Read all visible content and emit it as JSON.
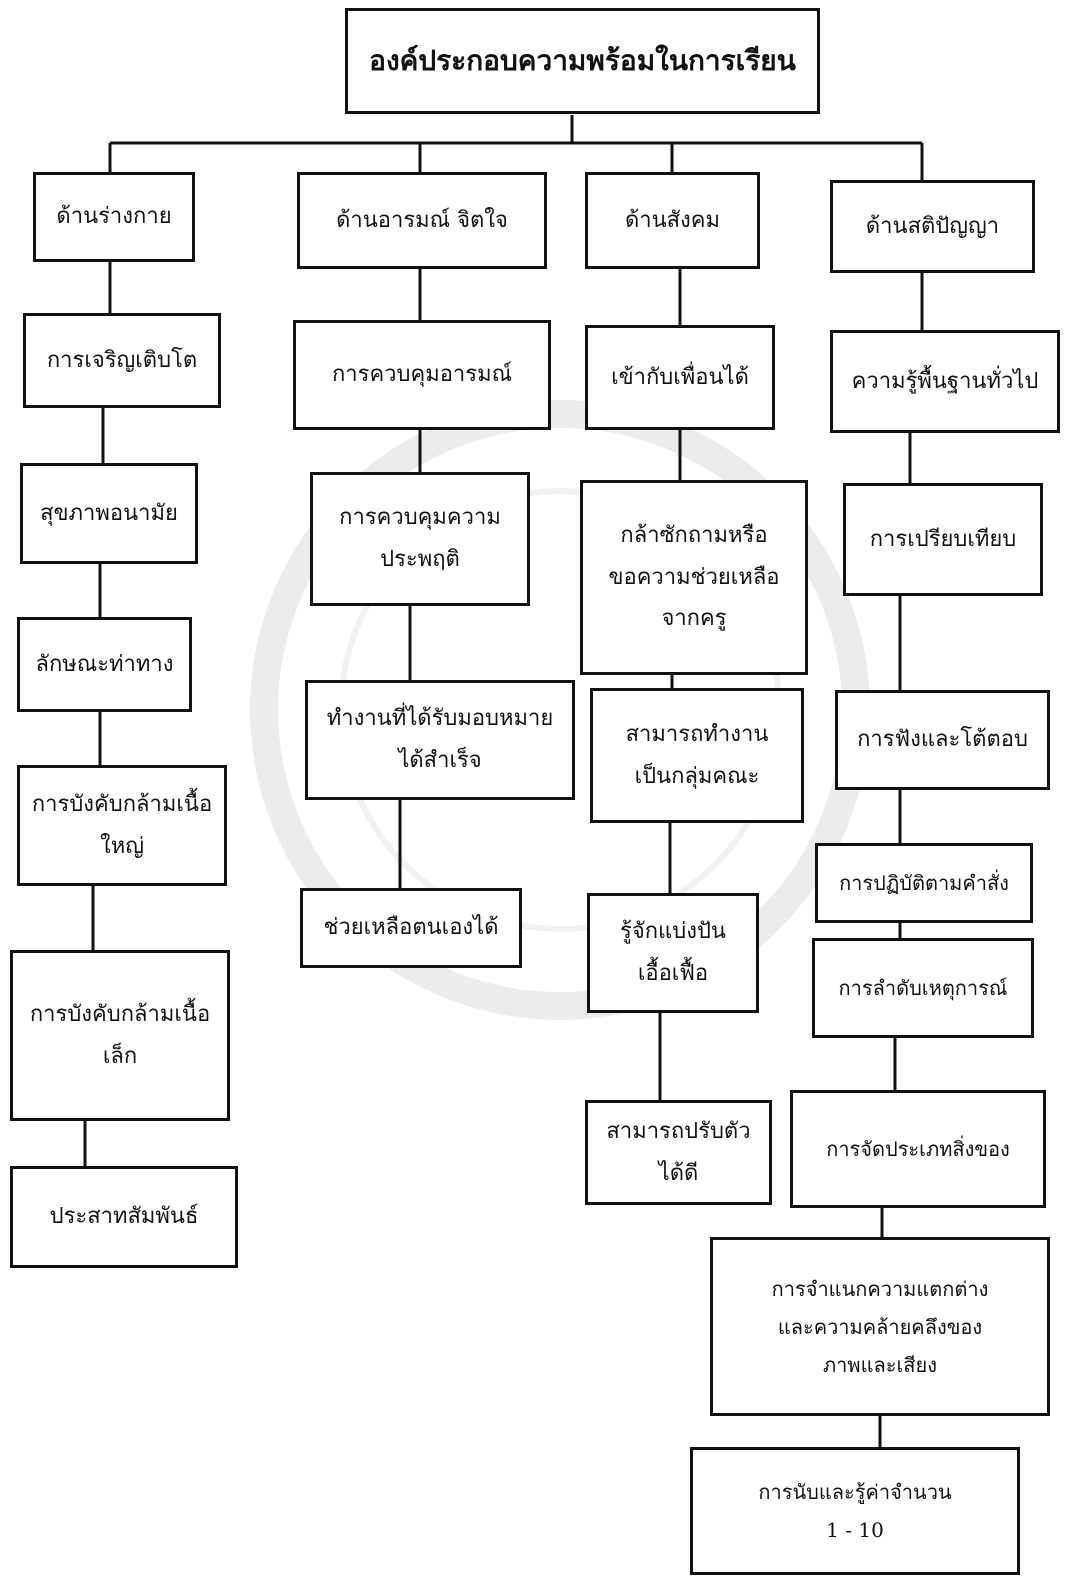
{
  "diagram": {
    "title": "องค์ประกอบความพร้อมในการเรียน",
    "physical": {
      "header": "ด้านร่างกาย",
      "items": [
        "การเจริญเติบโต",
        "สุขภาพอนามัย",
        "ลักษณะท่าทาง",
        "การบังคับกล้ามเนื้อ\nใหญ่",
        "การบังคับกล้ามเนื้อ\nเล็ก",
        "ประสาทสัมพันธ์"
      ]
    },
    "emotional": {
      "header": "ด้านอารมณ์ จิตใจ",
      "items": [
        "การควบคุมอารมณ์",
        "การควบคุมความ\nประพฤติ",
        "ทำงานที่ได้รับมอบหมาย\nได้สำเร็จ",
        "ช่วยเหลือตนเองได้"
      ]
    },
    "social": {
      "header": "ด้านสังคม",
      "items": [
        "เข้ากับเพื่อนได้",
        "กล้าซักถามหรือ\nขอความช่วยเหลือ\nจากครู",
        "สามารถทำงาน\nเป็นกลุ่มคณะ",
        "รู้จักแบ่งปัน\nเอื้อเฟื้อ",
        "สามารถปรับตัว\nได้ดี"
      ]
    },
    "intellectual": {
      "header": "ด้านสติปัญญา",
      "items": [
        "ความรู้พื้นฐานทั่วไป",
        "การเปรียบเทียบ",
        "การฟังและโต้ตอบ",
        "การปฏิบัติตามคำสั่ง",
        "การลำดับเหตุการณ์",
        "การจัดประเภทสิ่งของ",
        "การจำแนกความแตกต่าง\nและความคล้ายคลึงของ\nภาพและเสียง",
        "การนับและรู้ค่าจำนวน\n1 - 10"
      ]
    }
  }
}
